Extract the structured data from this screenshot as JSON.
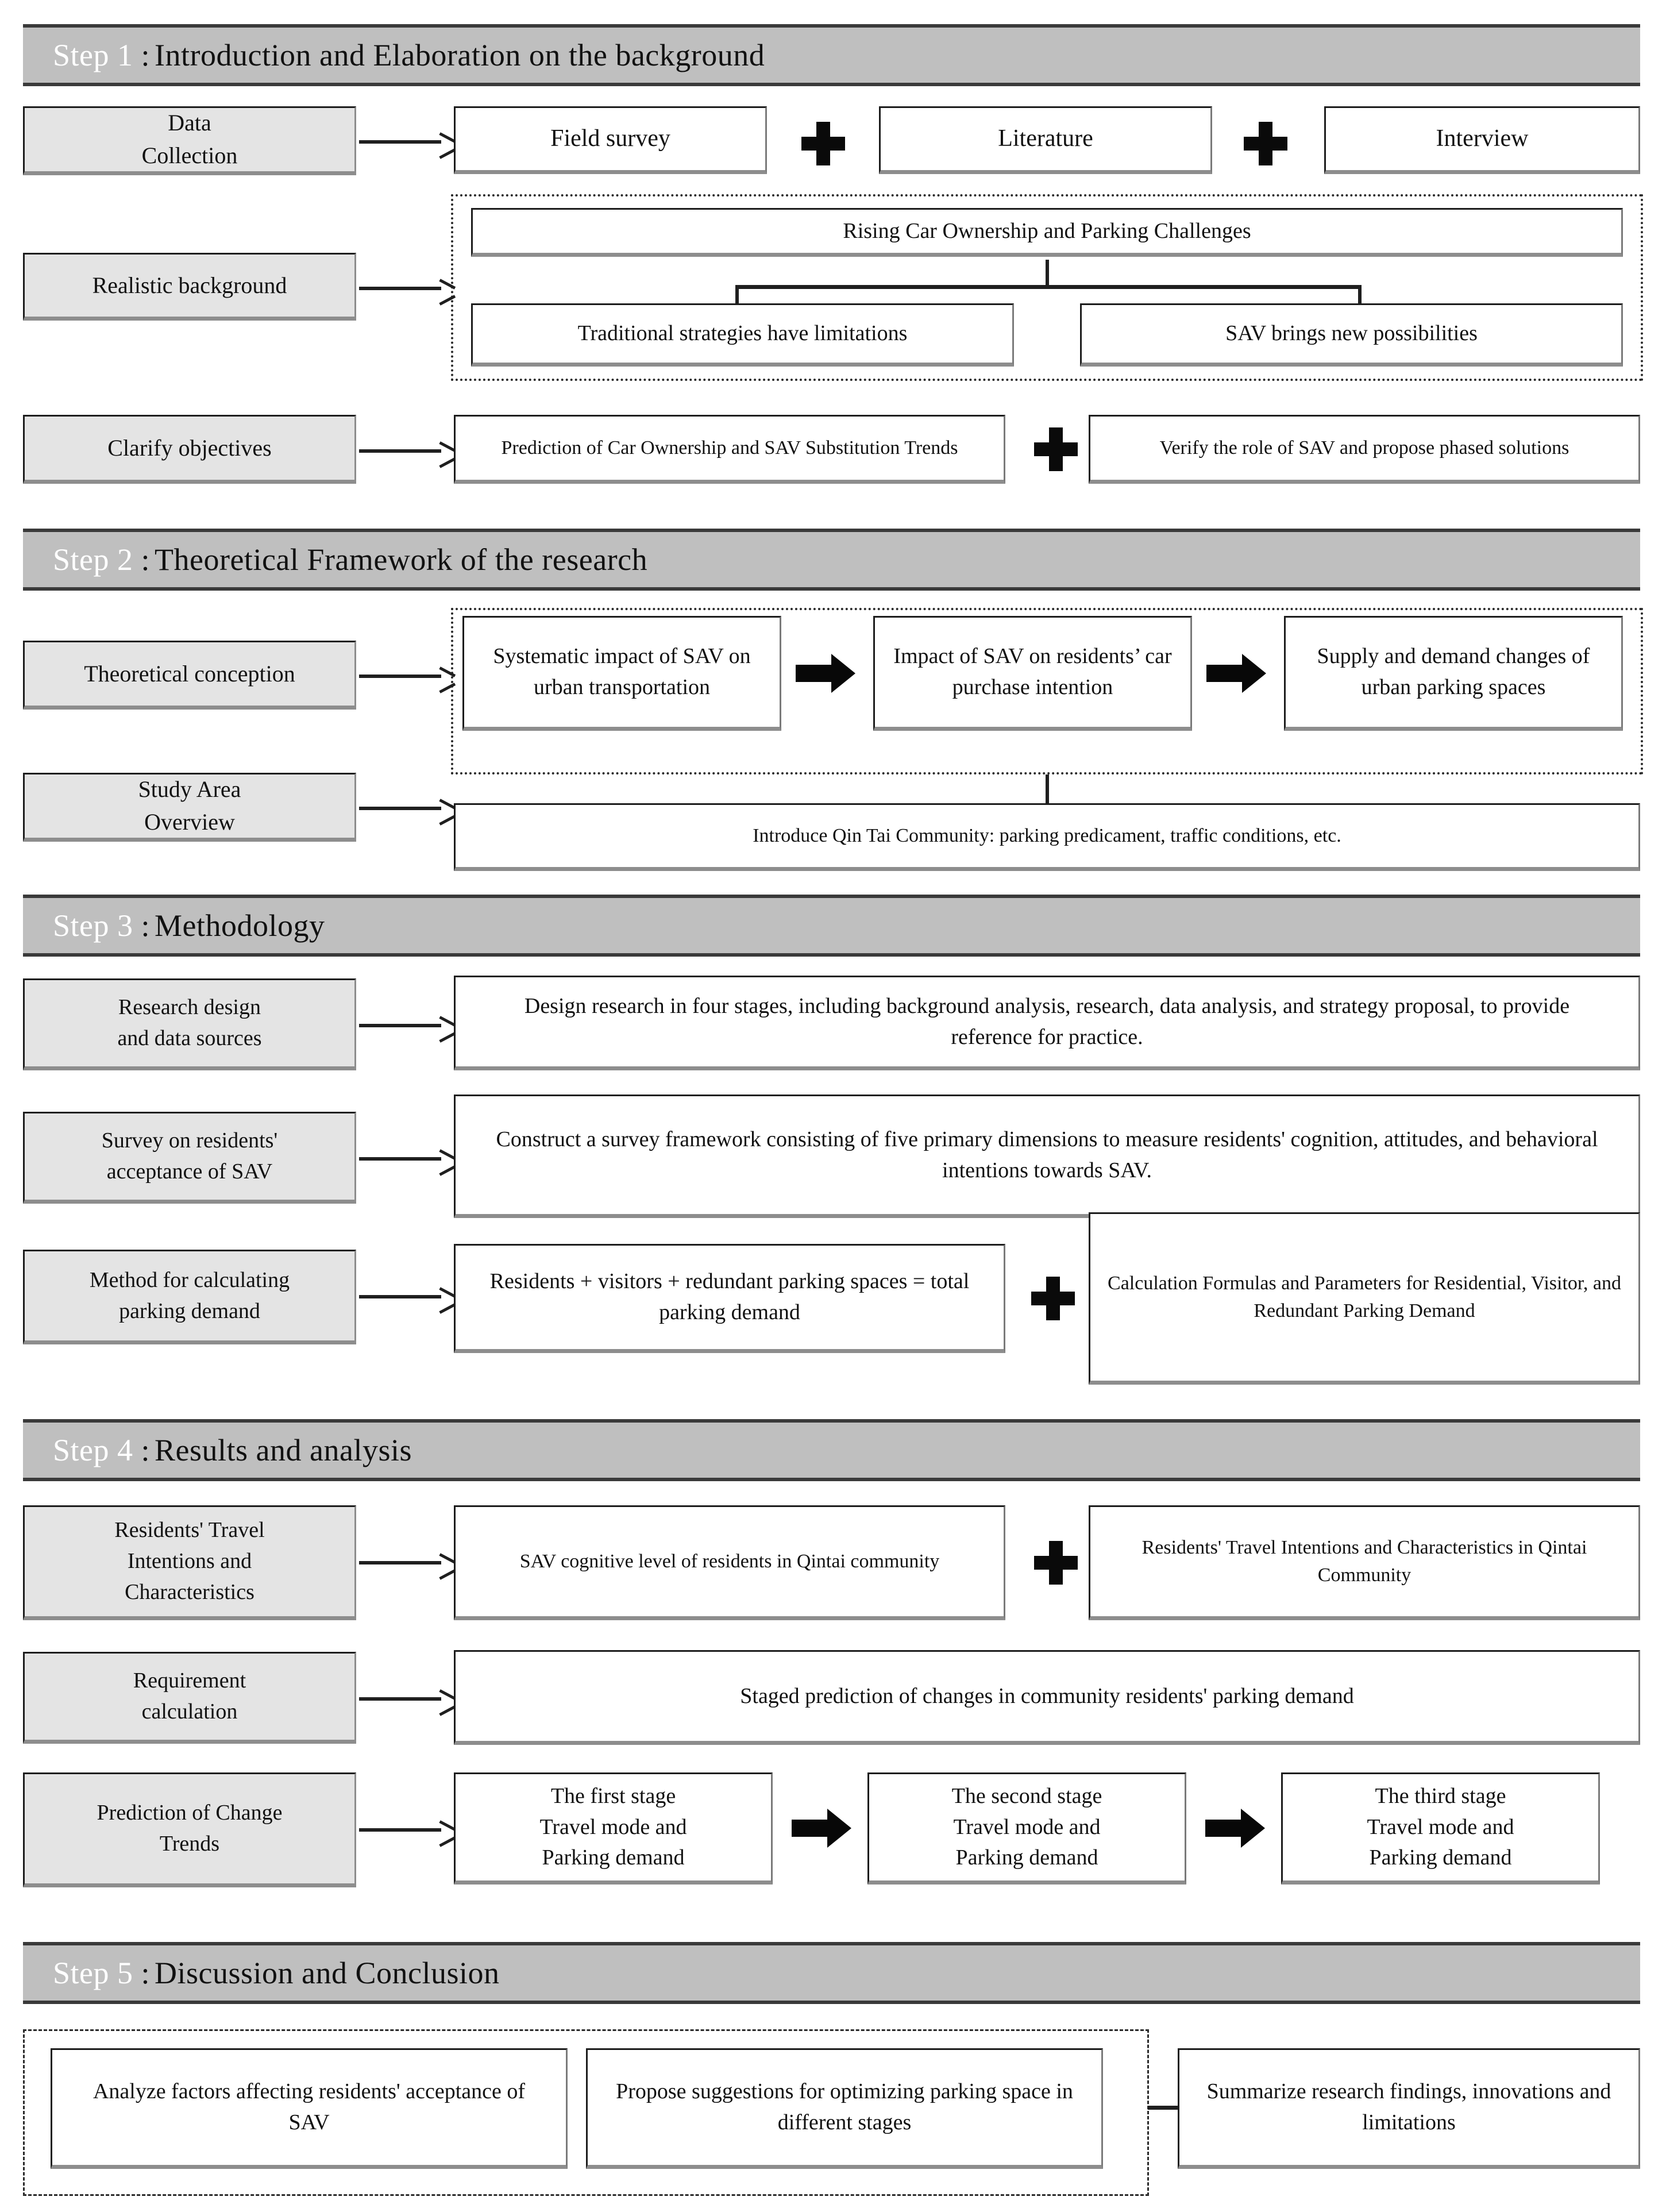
{
  "steps": [
    {
      "num": "Step 1",
      "sep": ":",
      "title": "Introduction and Elaboration on the background"
    },
    {
      "num": "Step 2",
      "sep": ":",
      "title": "Theoretical Framework of the research"
    },
    {
      "num": "Step 3",
      "sep": ":",
      "title": "Methodology"
    },
    {
      "num": "Step 4",
      "sep": ":",
      "title": "Results and analysis"
    },
    {
      "num": "Step 5",
      "sep": ":",
      "title": "Discussion and Conclusion"
    }
  ],
  "step1": {
    "row1": {
      "label": "Data\nCollection",
      "label_line1": "Data",
      "label_line2": "Collection",
      "items": [
        "Field survey",
        "Literature",
        "Interview"
      ]
    },
    "row2": {
      "label": "Realistic background",
      "top": "Rising Car Ownership and Parking Challenges",
      "left": "Traditional strategies have limitations",
      "right": "SAV brings new possibilities"
    },
    "row3": {
      "label": "Clarify objectives",
      "left": "Prediction of Car Ownership and SAV Substitution Trends",
      "right": "Verify the role of SAV and propose phased solutions"
    }
  },
  "step2": {
    "row1": {
      "label": "Theoretical conception",
      "items": [
        "Systematic impact of SAV on urban transportation",
        "Impact of SAV on residents’ car purchase intention",
        "Supply and demand changes of urban parking spaces"
      ]
    },
    "row2": {
      "label_line1": "Study Area",
      "label_line2": "Overview",
      "text": "Introduce Qin Tai Community: parking predicament, traffic conditions, etc."
    }
  },
  "step3": {
    "row1": {
      "label_line1": "Research design",
      "label_line2": "and data sources",
      "text": "Design research in four stages, including background analysis, research, data analysis, and strategy proposal, to provide reference for practice."
    },
    "row2": {
      "label_line1": "Survey on residents'",
      "label_line2": "acceptance of SAV",
      "text": "Construct a survey framework consisting of five primary dimensions to measure residents' cognition, attitudes, and behavioral intentions towards SAV."
    },
    "row3": {
      "label_line1": "Method for calculating",
      "label_line2": "parking demand",
      "left": "Residents + visitors + redundant parking spaces = total parking demand",
      "right": "Calculation Formulas and Parameters for Residential, Visitor, and Redundant Parking Demand"
    }
  },
  "step4": {
    "row1": {
      "label_line1": "Residents' Travel",
      "label_line2": "Intentions and",
      "label_line3": "Characteristics",
      "left": "SAV cognitive level of residents in Qintai community",
      "right": "Residents' Travel Intentions and Characteristics in Qintai Community"
    },
    "row2": {
      "label_line1": "Requirement",
      "label_line2": "calculation",
      "text": "Staged prediction of changes in community residents' parking demand"
    },
    "row3": {
      "label_line1": "Prediction of Change",
      "label_line2": "Trends",
      "stages": [
        {
          "l1": "The first stage",
          "l2": "Travel mode and",
          "l3": "Parking demand"
        },
        {
          "l1": "The second stage",
          "l2": "Travel mode and",
          "l3": "Parking demand"
        },
        {
          "l1": "The third stage",
          "l2": "Travel mode and",
          "l3": "Parking demand"
        }
      ]
    }
  },
  "step5": {
    "items": [
      "Analyze factors affecting residents' acceptance of SAV",
      "Propose suggestions for optimizing parking space in different stages",
      "Summarize research findings, innovations and limitations"
    ]
  },
  "icons": {
    "plus": "plus-icon",
    "arrow_thin": "thin-arrow-icon",
    "arrow_bold": "bold-arrow-icon"
  },
  "colors": {
    "step_bar_bg": "#bfbfbf",
    "label_box_bg": "#e4e4e4",
    "box_border": "#1d1d1d",
    "shadow": "#8d8d8d",
    "text": "#111111",
    "step_num_text": "#ffffff"
  }
}
